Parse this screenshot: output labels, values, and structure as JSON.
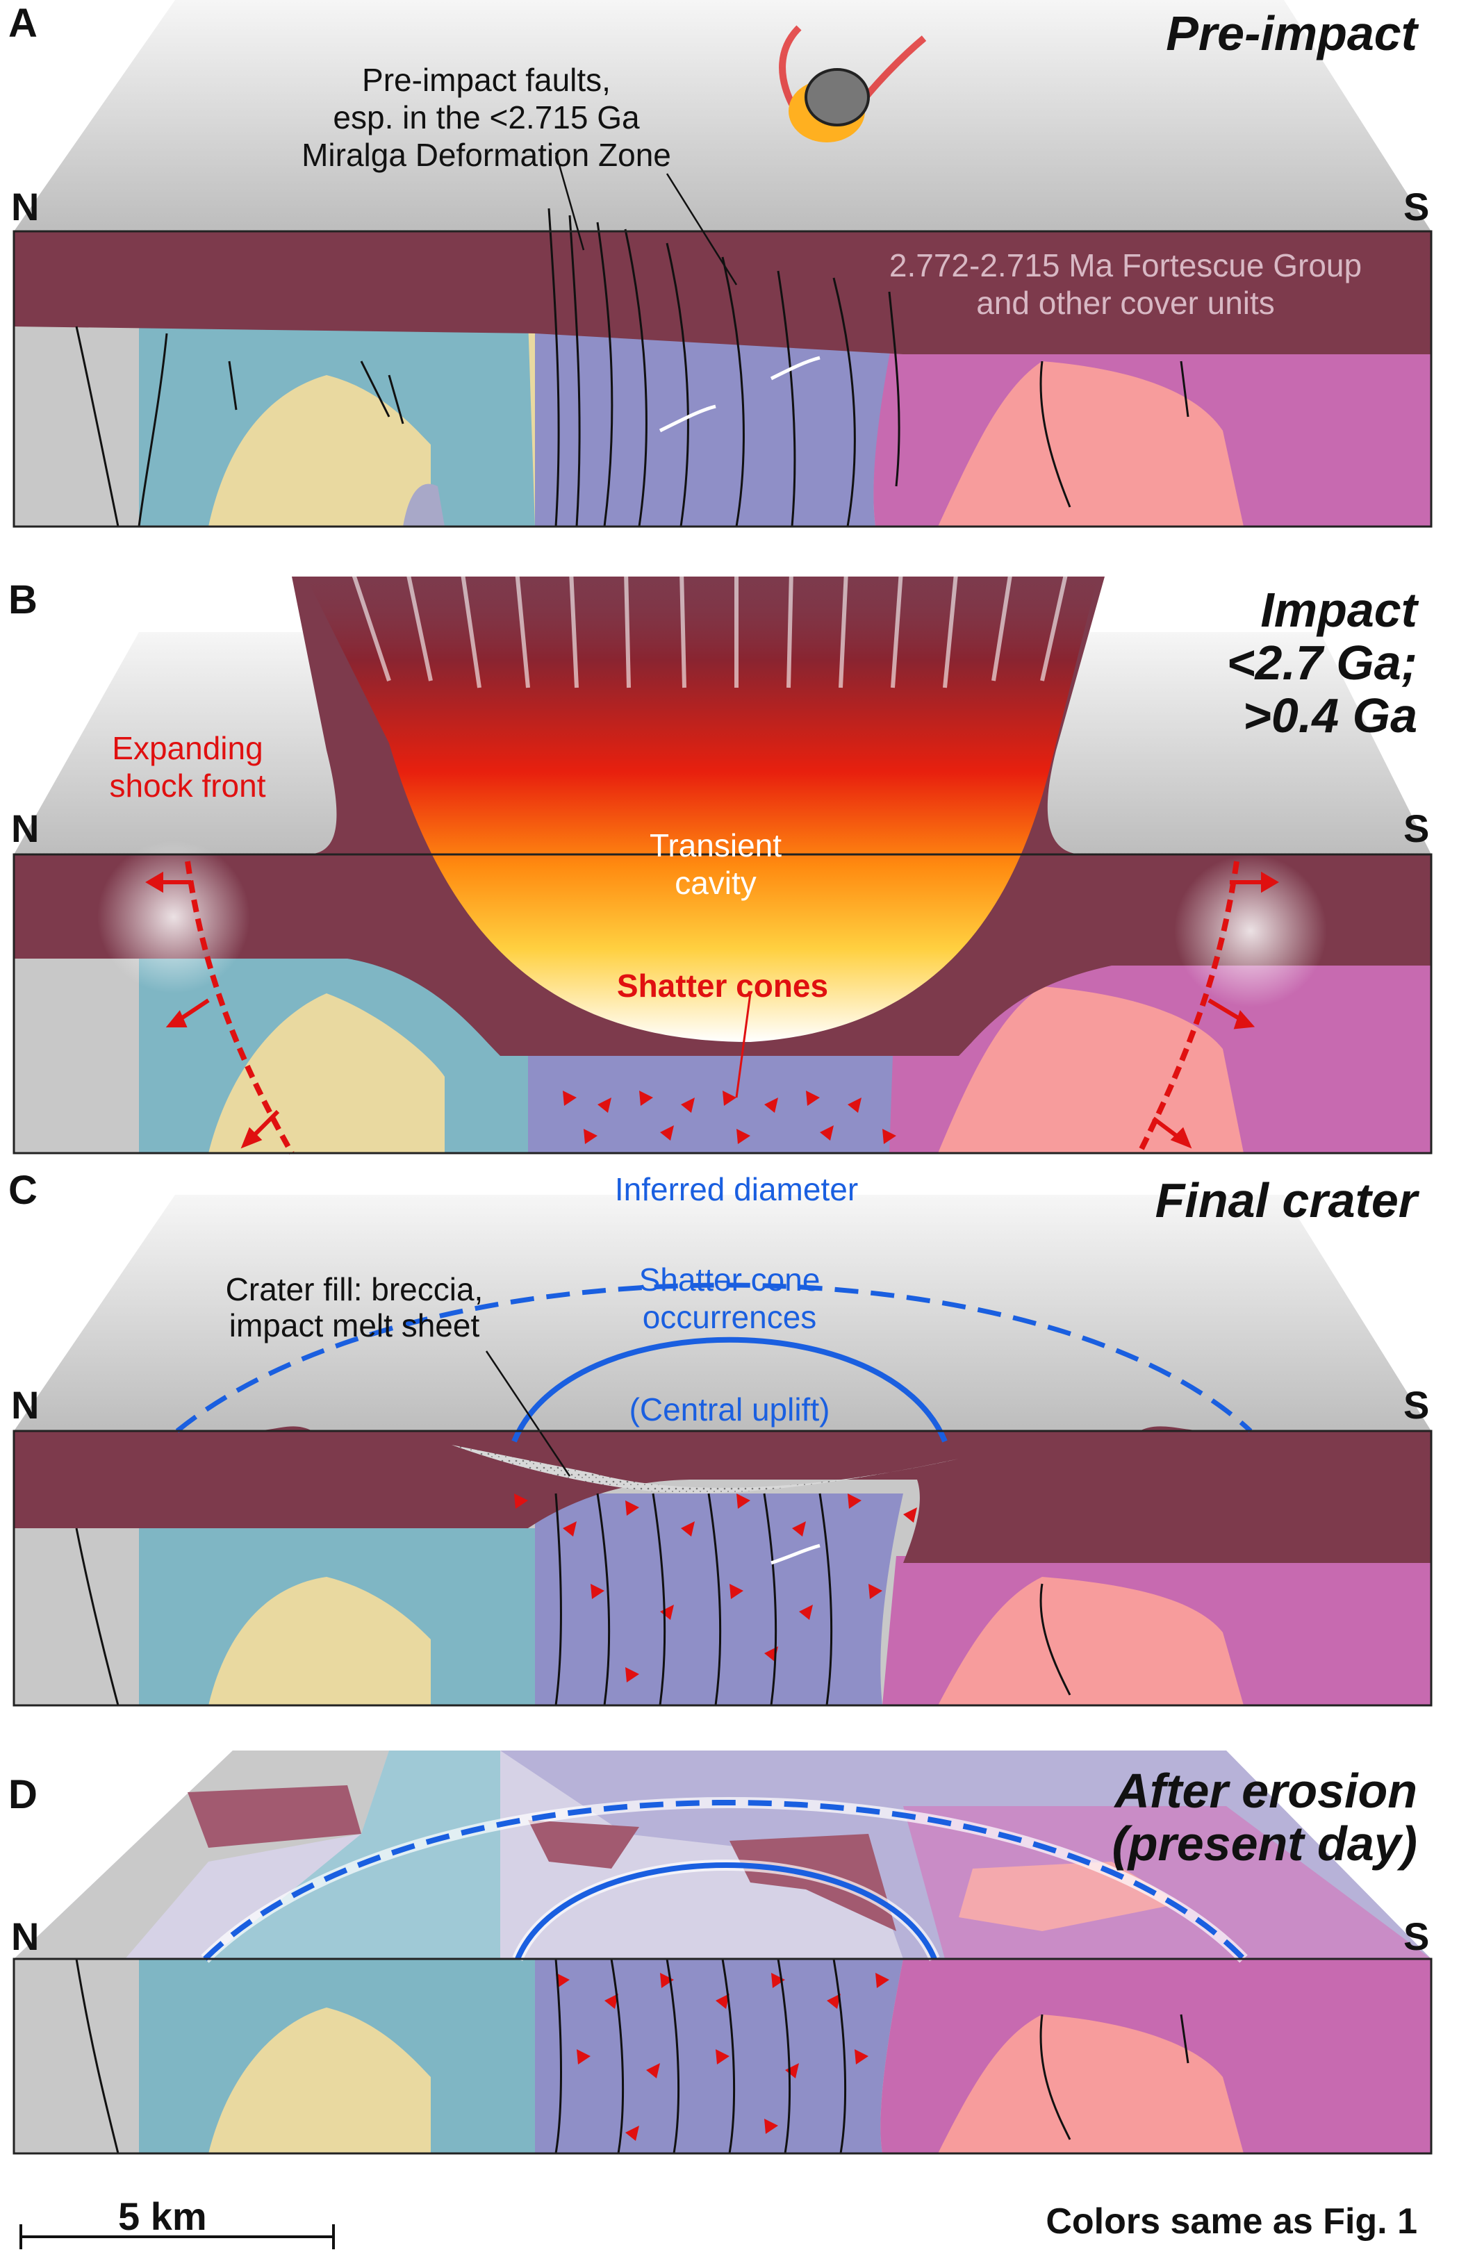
{
  "panels": [
    {
      "letter": "A",
      "title_lines": [
        "Pre-impact"
      ],
      "north": "N",
      "south": "S",
      "annotations": {
        "faults": [
          "Pre-impact faults,",
          "esp. in the <2.715 Ga",
          "Miralga Deformation Zone"
        ],
        "cover": [
          "2.772-2.715 Ma Fortescue Group",
          "and other cover units"
        ]
      }
    },
    {
      "letter": "B",
      "title_lines": [
        "Impact",
        "<2.7 Ga;",
        ">0.4 Ga"
      ],
      "north": "N",
      "south": "S",
      "annotations": {
        "shock": [
          "Expanding",
          "shock front"
        ],
        "cavity": [
          "Transient",
          "cavity"
        ],
        "cones": "Shatter cones"
      }
    },
    {
      "letter": "C",
      "title_lines": [
        "Final crater"
      ],
      "north": "N",
      "south": "S",
      "annotations": {
        "diameter": "Inferred diameter",
        "fill": [
          "Crater fill: breccia,",
          "impact melt sheet"
        ],
        "occurrences": [
          "Shatter cone",
          "occurrences"
        ],
        "uplift": "(Central uplift)"
      }
    },
    {
      "letter": "D",
      "title_lines": [
        "After erosion",
        "(present day)"
      ],
      "north": "N",
      "south": "S"
    }
  ],
  "footer": {
    "scale_label": "5 km",
    "colors_note": "Colors same as Fig. 1"
  },
  "colors": {
    "cover": "#7d3a4c",
    "gray_unit": "#c8c8c8",
    "blue_unit": "#7fb6c4",
    "yellow_unit": "#e9d9a0",
    "purple_zone": "#8f8fc7",
    "magenta_unit": "#c76ab0",
    "pink_unit": "#f79c9c",
    "annotation_blue": "#1a5fe0",
    "annotation_red": "#e01010"
  }
}
